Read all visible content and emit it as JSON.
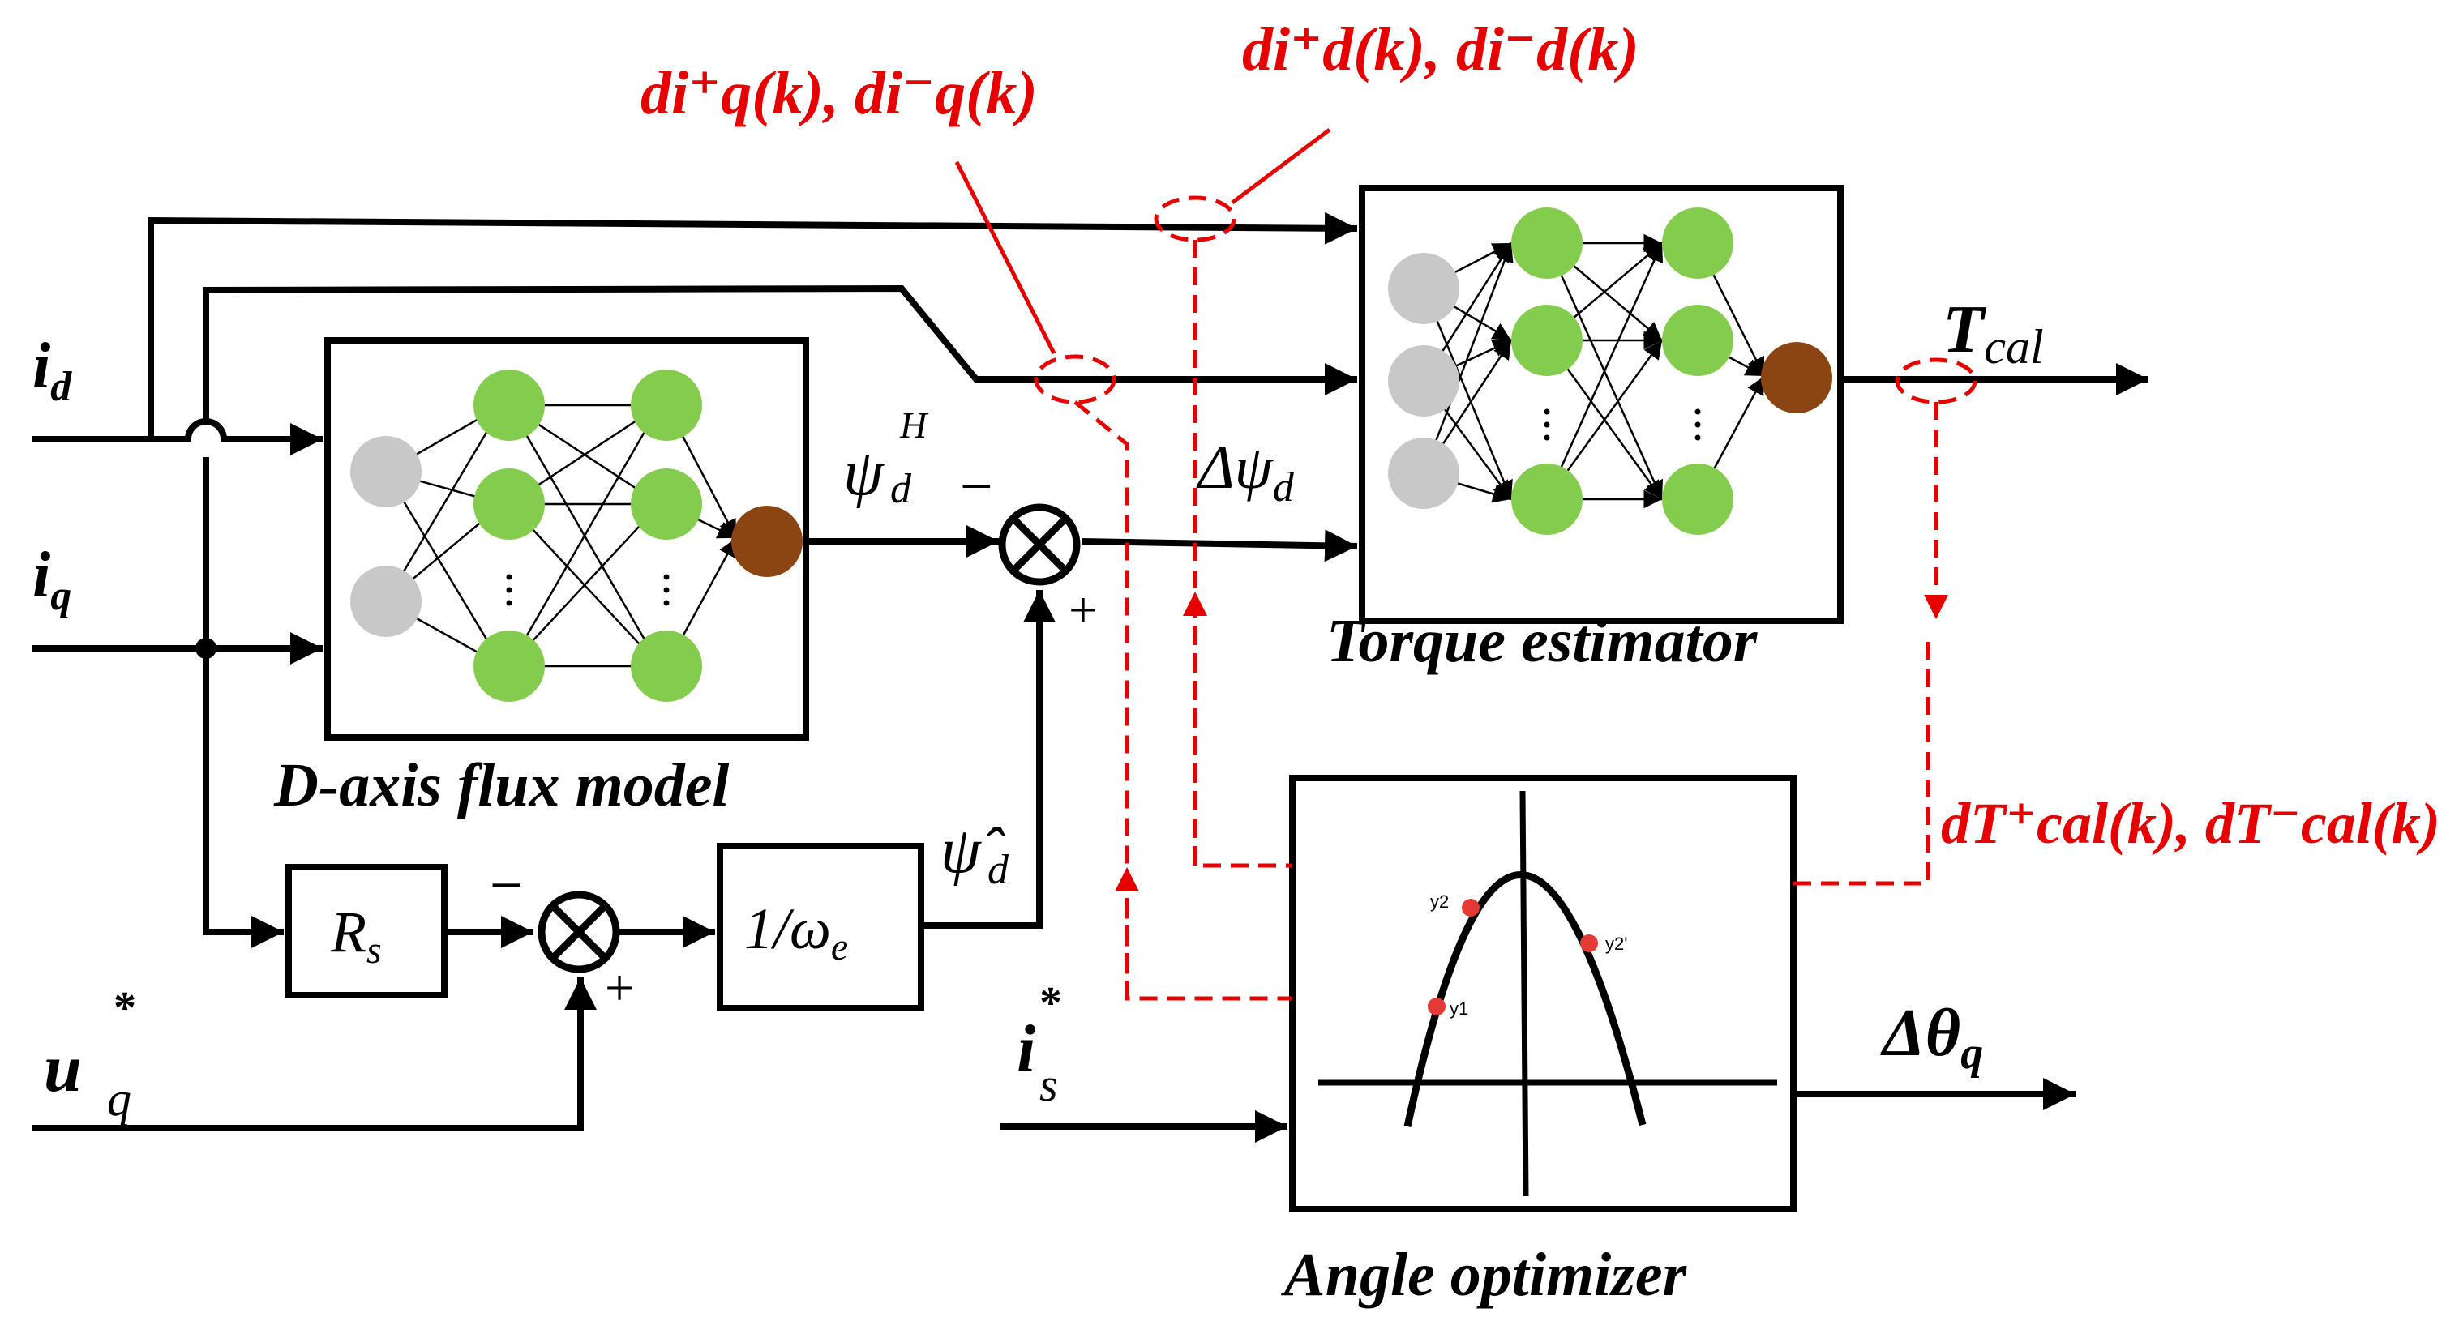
{
  "colors": {
    "line": "#000000",
    "feedback": "#e60000",
    "neuron_input": "#c8c8c8",
    "neuron_hidden": "#84cc4e",
    "neuron_output": "#8b4513"
  },
  "inputs": {
    "id": {
      "base": "i",
      "sub": "d"
    },
    "iq": {
      "base": "i",
      "sub": "q"
    },
    "uq": {
      "base": "u",
      "sup": "*",
      "sub": "q"
    },
    "is": {
      "base": "i",
      "sup": "*",
      "sub": "s"
    }
  },
  "blocks": {
    "flux_model": {
      "caption": "D-axis flux model"
    },
    "torque_estimator": {
      "caption": "Torque estimator"
    },
    "angle_optimizer": {
      "caption": "Angle optimizer",
      "points": [
        "y2",
        "y2'",
        "y1"
      ]
    },
    "rs": {
      "base": "R",
      "sub": "s"
    },
    "inv_we": {
      "base": "1/ω",
      "sub": "e"
    }
  },
  "signals": {
    "psi_h": {
      "base": "ψ",
      "sup": "H",
      "sub": "d"
    },
    "psi_hat": {
      "base": "ψ̂",
      "sub": "d"
    },
    "delta_psi": {
      "base": "Δψ",
      "sub": "d"
    },
    "t_cal": {
      "base": "T",
      "sub": "cal"
    },
    "delta_theta": {
      "base": "Δθ",
      "sub": "q"
    }
  },
  "signs": {
    "minus": "−",
    "plus": "+"
  },
  "feedback_labels": {
    "diq": "di⁺q(k), di⁻q(k)",
    "did": "di⁺d(k), di⁻d(k)",
    "dt": "dT⁺cal(k), dT⁻cal(k)"
  }
}
